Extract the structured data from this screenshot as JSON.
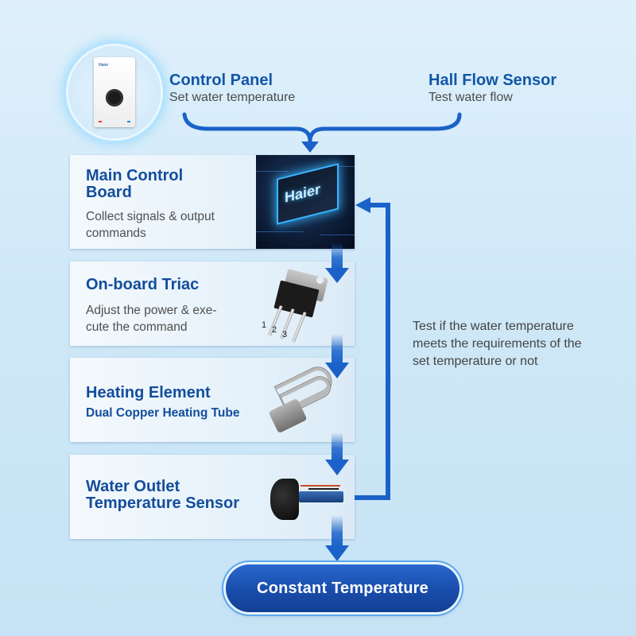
{
  "inputs": [
    {
      "title": "Control Panel",
      "desc": "Set water temperature"
    },
    {
      "title": "Hall Flow Sensor",
      "desc": "Test water flow"
    }
  ],
  "heater_brand": "Haier",
  "chip_brand": "Haier",
  "steps": [
    {
      "title_line1": "Main Control",
      "title_line2": "Board",
      "desc_line1": "Collect signals & output",
      "desc_line2": "commands"
    },
    {
      "title": "On-board Triac",
      "desc_line1": "Adjust the power &  exe-",
      "desc_line2": "cute the command",
      "pin_labels": [
        "1",
        "2",
        "3"
      ]
    },
    {
      "title": "Heating Element",
      "subtitle": "Dual Copper Heating Tube"
    },
    {
      "title_line1": "Water Outlet",
      "title_line2": "Temperature Sensor"
    }
  ],
  "feedback": {
    "line1": "Test if the water temperature",
    "line2": "meets the requirements of the",
    "line3": "set temperature or not"
  },
  "output": "Constant Temperature",
  "colors": {
    "arrow_blue": "#1a62c9",
    "title_blue": "#134d9c",
    "pill_blue": "#1a4fae"
  }
}
